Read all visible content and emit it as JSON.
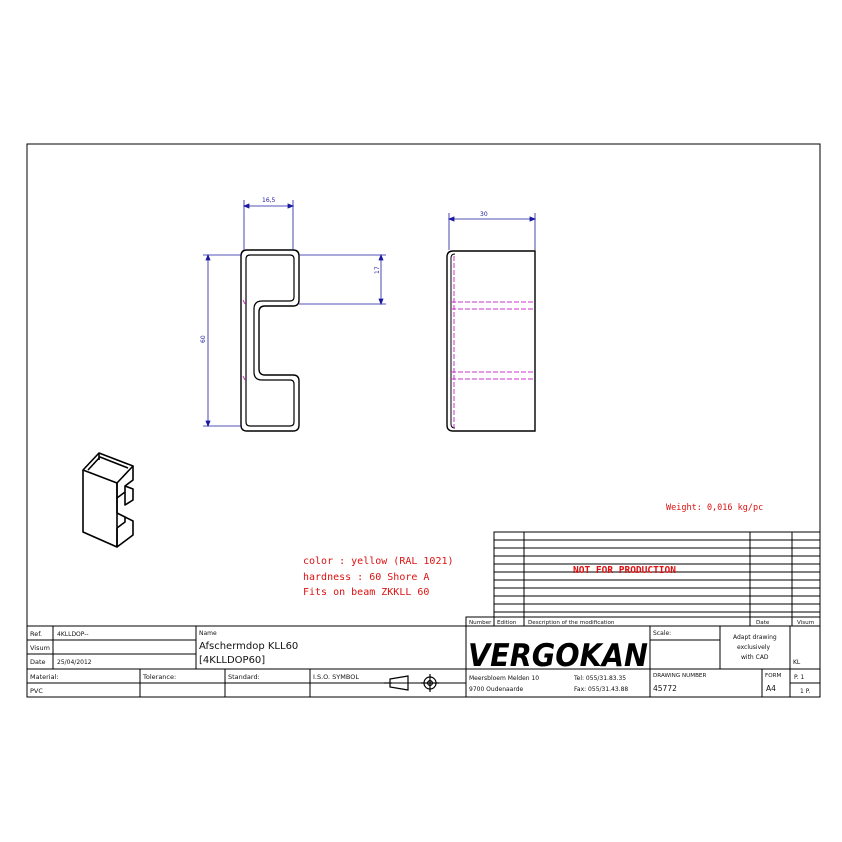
{
  "dimensions": {
    "top_width": "16,5",
    "height": "60",
    "notch_offset": "17",
    "side_width": "30"
  },
  "notes": {
    "weight": "Weight: 0,016 kg/pc",
    "color": "color : yellow (RAL 1021)",
    "hardness": "hardness : 60 Shore A",
    "fits": "Fits on beam ZKKLL 60"
  },
  "revision_block": {
    "stamp": "NOT FOR PRODUCTION",
    "headers": {
      "number": "Number",
      "edition": "Edition",
      "description": "Description of the modification",
      "date": "Date",
      "visum": "Visum"
    }
  },
  "title_block": {
    "ref_label": "Ref.",
    "ref_value": "4KLLDOP--",
    "visum_label": "Visum",
    "date_label": "Date",
    "date_value": "25/04/2012",
    "name_label": "Name",
    "name_line1": "Afschermdop KLL60",
    "name_line2": "[4KLLDOP60]",
    "material_label": "Material:",
    "material_value": "PVC",
    "tolerance_label": "Tolerance:",
    "standard_label": "Standard:",
    "iso_label": "I.S.O. SYMBOL",
    "logo": "VERGOKAN",
    "address1": "Meersbloem Melden 10",
    "address2": "9700 Oudenaarde",
    "tel": "Tel: 055/31.83.35",
    "fax": "Fax: 055/31.43.88",
    "scale_label": "Scale:",
    "cad_note1": "Adapt drawing",
    "cad_note2": "exclusively",
    "cad_note3": "with CAD",
    "drawing_number_label": "DRAWING NUMBER",
    "drawing_number": "45772",
    "form_label": "FORM",
    "form_value": "A4",
    "kl": "KL",
    "page": "P. 1",
    "pages": "1  P."
  },
  "colors": {
    "line": "#000000",
    "dimension": "#1a1aa0",
    "hidden": "#cc33cc",
    "note": "#dd1111"
  }
}
